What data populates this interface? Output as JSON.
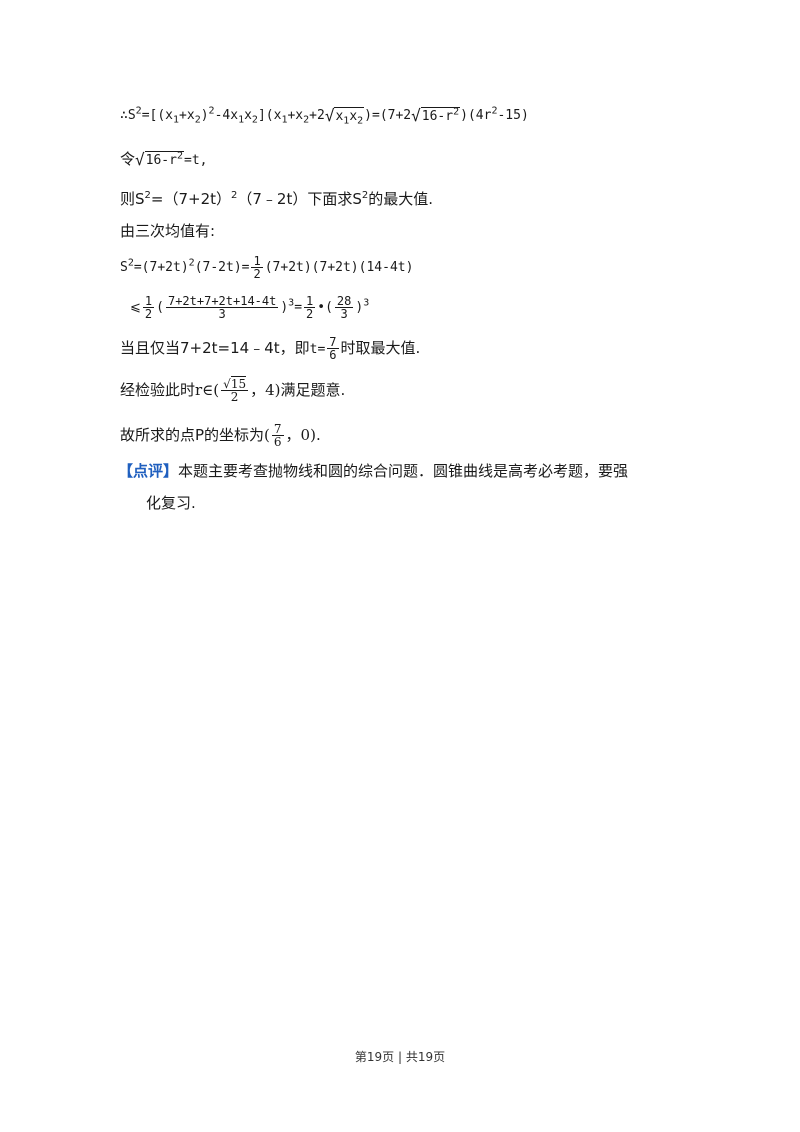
{
  "solution": {
    "line1": {
      "therefore": "∴",
      "S": "S",
      "sup2": "2",
      "eq": "=[(",
      "x1": "x",
      "sub1": "1",
      "plus": "+",
      "x2": "x",
      "sub2": "2",
      "close1": ")",
      "exp2": "2",
      "minus4": "-4",
      "x1b": "x",
      "sub1b": "1",
      "x2b": "x",
      "sub2b": "2",
      "bracket": "](",
      "x1c": "x",
      "sub1c": "1",
      "plus2": "+",
      "x2c": "x",
      "sub2c": "2",
      "plus2b": "+2",
      "rad_x1": "x",
      "rad_sub1": "1",
      "rad_x2": "x",
      "rad_sub2": "2",
      "eq2": ")=(7+2",
      "rad16": "16-r",
      "rad16_sup": "2",
      "tail1": ")(4r",
      "tail_sup": "2",
      "tail2": "-15)"
    },
    "line2": {
      "ling": "令",
      "rad": "16-r",
      "rad_sup": "2",
      "rest": "=t,"
    },
    "line3": {
      "pre": "则S",
      "sup": "2",
      "rest": "=（7+2t）",
      "sup2": "2",
      "rest2": "（7﹣2t）下面求S",
      "sup3": "2",
      "rest3": "的最大值."
    },
    "line4": {
      "text": "由三次均值有:"
    },
    "line5": {
      "S": "S",
      "sup": "2",
      "a": "=(7+2t)",
      "sup2": "2",
      "b": "(7-2t)=",
      "frac_num": "1",
      "frac_den": "2",
      "c": "(7+2t)(7+2t)(14-4t)"
    },
    "line6": {
      "leq": "⩽",
      "frac_num": "1",
      "frac_den": "2",
      "open": "(",
      "big_num": "7+2t+7+2t+14-4t",
      "big_den": "3",
      "close": ")",
      "sup": "3",
      "eq": "=",
      "half_num": "1",
      "half_den": "2",
      "dot": "•",
      "open2": "(",
      "f_num": "28",
      "f_den": "3",
      "close2": ")",
      "sup2": "3"
    },
    "line7": {
      "pre": "当且仅当7+2t=14﹣4t，即",
      "t": "t=",
      "frac_num": "7",
      "frac_den": "6",
      "post": "时取最大值."
    },
    "line8": {
      "pre": "经检验此时",
      "r": "r∈",
      "open": "(",
      "rad": "15",
      "den": "2",
      "sep": "，4)",
      "post": "满足题意."
    },
    "line9": {
      "pre": "故所求的点P的坐标为",
      "open": "(",
      "num": "7",
      "den": "6",
      "post": "，0)."
    },
    "comment": {
      "tag": "【点评】",
      "text1": "本题主要考查抛物线和圆的综合问题．圆锥曲线是高考必考题，要强",
      "text2": "化复习."
    }
  },
  "footer": {
    "text": "第19页 | 共19页"
  }
}
